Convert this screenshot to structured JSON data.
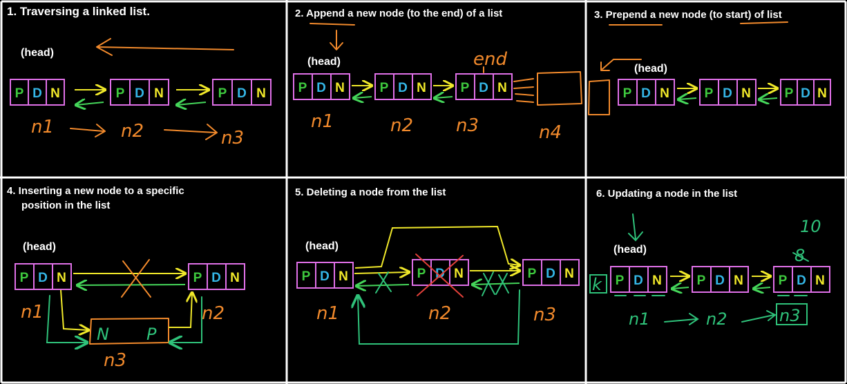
{
  "panels": [
    {
      "title": "1. Traversing a linked list.",
      "head": "(head)",
      "labels": [
        "n1",
        "n2",
        "n3"
      ]
    },
    {
      "title": "2. Append a new node (to the end) of a list",
      "head": "(head)",
      "labels": [
        "n1",
        "n2",
        "n3",
        "n4"
      ],
      "extra": "end"
    },
    {
      "title": "3. Prepend a new node (to start) of list",
      "head": "(head)"
    },
    {
      "title_line1": "4. Inserting a new node to a specific",
      "title_line2": "position in the list",
      "head": "(head)",
      "labels": [
        "n1",
        "n2",
        "n3"
      ],
      "new_p": "P",
      "new_n": "N"
    },
    {
      "title": "5. Deleting a node from the list",
      "head": "(head)",
      "labels": [
        "n1",
        "n2",
        "n3"
      ]
    },
    {
      "title": "6. Updating a node in the list",
      "head": "(head)",
      "labels": [
        "n1",
        "n2",
        "n3"
      ],
      "old_value": "8",
      "new_value": "10",
      "side_mark": "k"
    }
  ],
  "node": {
    "p": "P",
    "d": "D",
    "n": "N"
  },
  "colors": {
    "background": "#000000",
    "grid": "#ffffff",
    "node_border": "#e070e8",
    "p": "#3ec93e",
    "d": "#34b6e6",
    "n": "#f0e82a",
    "ink": "#f28a2c",
    "green_ink": "#2fc27a"
  }
}
